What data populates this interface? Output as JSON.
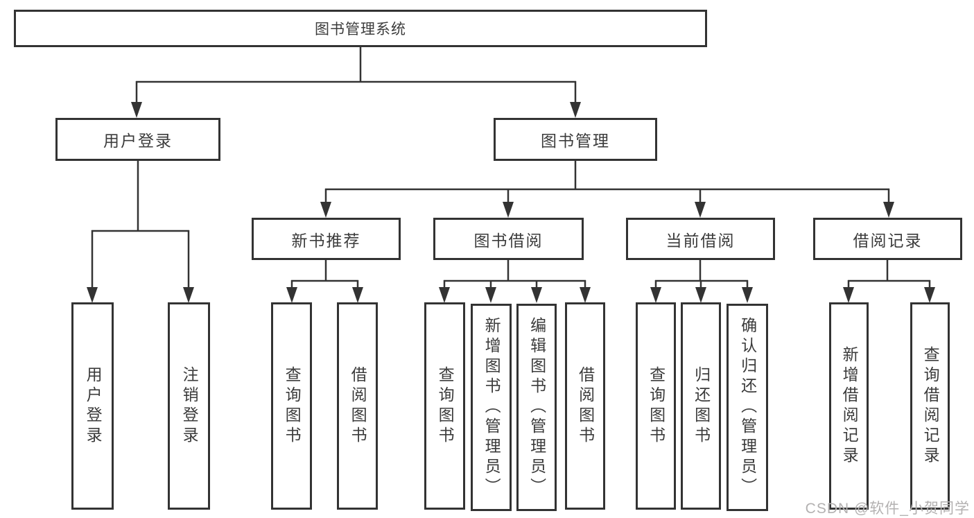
{
  "diagram": {
    "type": "hierarchy-tree",
    "colors": {
      "background": "#ffffff",
      "line": "#333333",
      "box_border": "#333333",
      "text": "#3b3b3b",
      "watermark": "#b3b1b1"
    },
    "tree": {
      "root": {
        "label": "图书管理系统"
      },
      "branches": [
        {
          "label": "用户登录",
          "children": [
            {
              "label": "用户登录"
            },
            {
              "label": "注销登录"
            }
          ]
        },
        {
          "label": "图书管理",
          "children": [
            {
              "label": "新书推荐",
              "children": [
                {
                  "label": "查询图书"
                },
                {
                  "label": "借阅图书"
                }
              ]
            },
            {
              "label": "图书借阅",
              "children": [
                {
                  "label": "查询图书"
                },
                {
                  "label": "新增图书（管理员）"
                },
                {
                  "label": "编辑图书（管理员）"
                },
                {
                  "label": "借阅图书"
                }
              ]
            },
            {
              "label": "当前借阅",
              "children": [
                {
                  "label": "查询图书"
                },
                {
                  "label": "归还图书"
                },
                {
                  "label": "确认归还（管理员）"
                }
              ]
            },
            {
              "label": "借阅记录",
              "children": [
                {
                  "label": "新增借阅记录"
                },
                {
                  "label": "查询借阅记录"
                }
              ]
            }
          ]
        }
      ]
    },
    "watermark": {
      "text": "CSDN @软件_小贺同学"
    }
  }
}
